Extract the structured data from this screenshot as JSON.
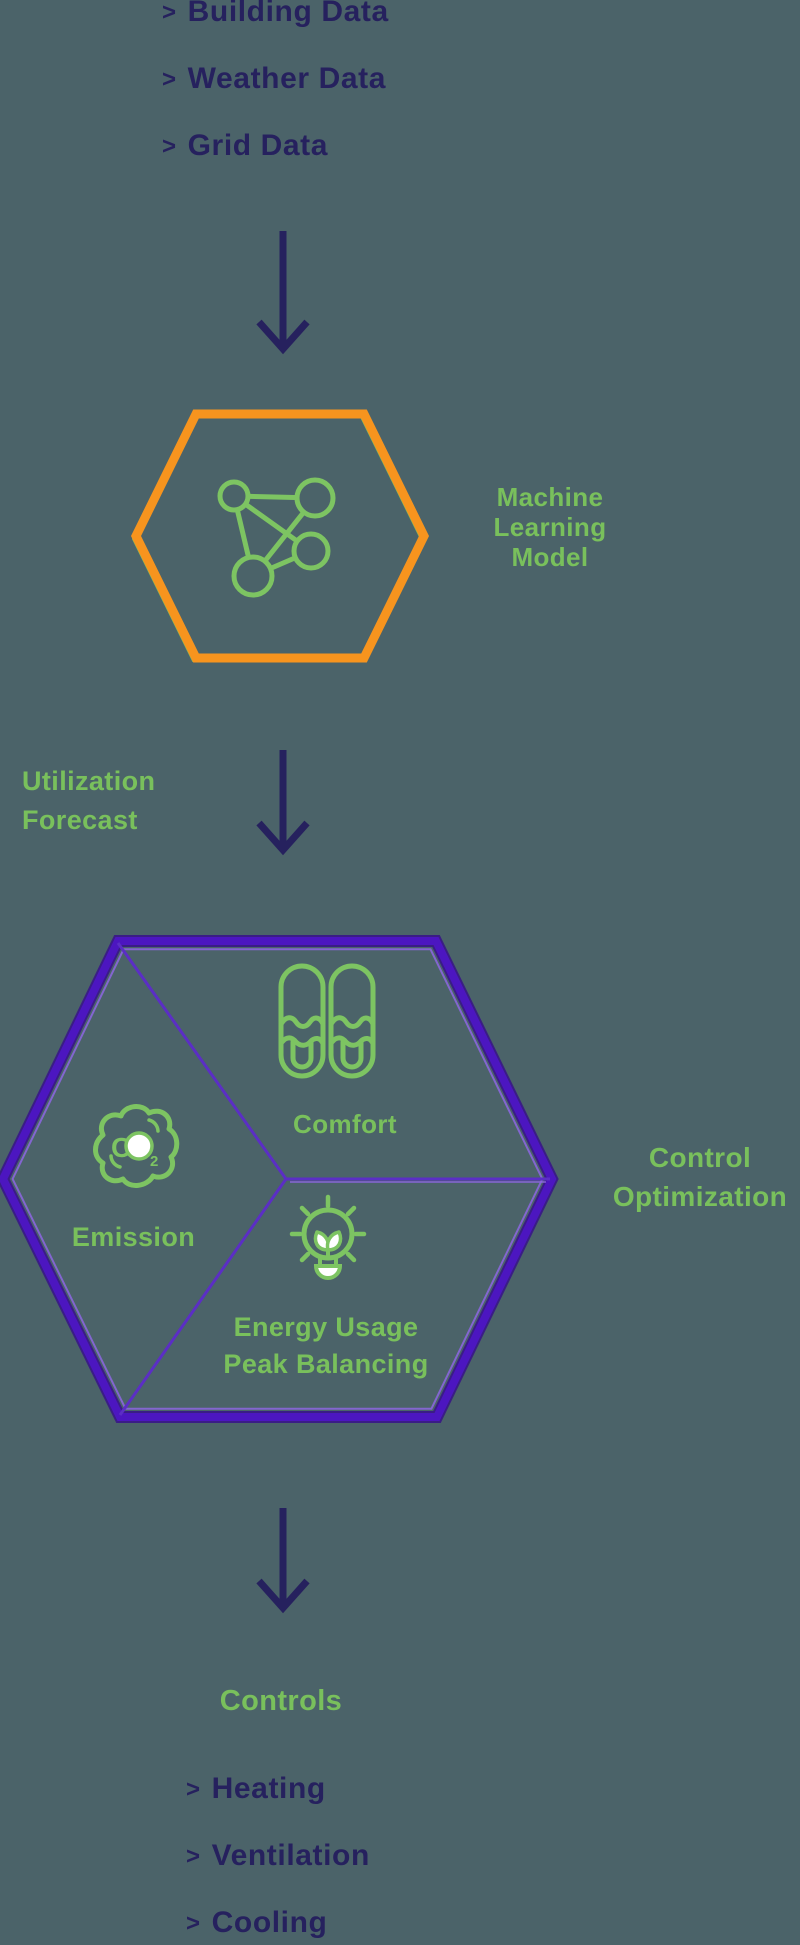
{
  "colors": {
    "background": "#4B6369",
    "navy": "#26215E",
    "green_text": "#79C05C",
    "green_icon": "#7DC462",
    "orange": "#F7941E",
    "purple_main": "#4C16C0",
    "purple_dark": "#3A1D85",
    "purple_light": "#8D66E3"
  },
  "inputs": {
    "bullet": ">",
    "items": [
      {
        "label": "Building Data"
      },
      {
        "label": "Weather Data"
      },
      {
        "label": "Grid Data"
      }
    ]
  },
  "ml_model": {
    "icon": "neural-network-icon",
    "hexagon_color": "#F7941E",
    "lines": [
      "Machine",
      "Learning",
      "Model"
    ]
  },
  "utilization": {
    "lines": [
      "Utilization",
      "Forecast"
    ]
  },
  "optimization": {
    "lines": [
      "Control",
      "Optimization"
    ],
    "hexagon_color": "#4C16C0",
    "comfort": {
      "label": "Comfort",
      "icon": "slippers-icon"
    },
    "emission": {
      "label": "Emission",
      "icon": "co2-cloud-icon"
    },
    "energy": {
      "icon": "eco-lightbulb-icon",
      "lines": [
        "Energy Usage",
        "Peak Balancing"
      ]
    }
  },
  "controls": {
    "title": "Controls",
    "bullet": ">",
    "items": [
      {
        "label": "Heating"
      },
      {
        "label": "Ventilation"
      },
      {
        "label": "Cooling"
      }
    ]
  }
}
